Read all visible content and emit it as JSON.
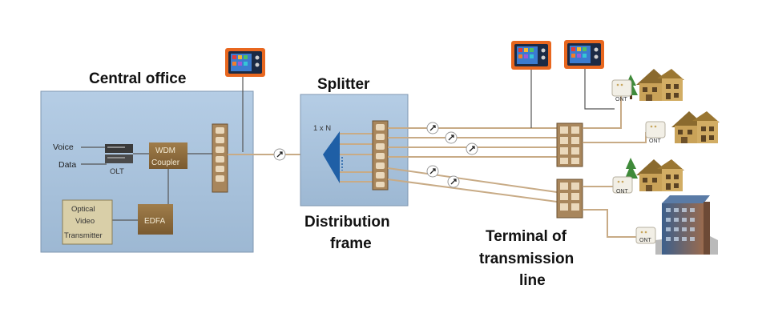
{
  "central_office": {
    "title": "Central office",
    "voice": "Voice",
    "data": "Data",
    "olt": "OLT",
    "wdm_line1": "WDM",
    "wdm_line2": "Coupler",
    "tx_line1": "Optical",
    "tx_line2": "Video",
    "tx_line3": "Transmitter",
    "edfa": "EDFA"
  },
  "splitter": {
    "title": "Splitter",
    "ratio": "1 x N",
    "caption_line1": "Distribution",
    "caption_line2": "frame"
  },
  "terminal": {
    "line1": "Terminal of",
    "line2": "transmission",
    "line3": "line"
  },
  "ont_label": "ONT",
  "colors": {
    "office_fill": "#a9c3dd",
    "splitter_fill": "#a9c3dd",
    "equipment_brown": "#8b6a3c",
    "fiber": "#c8ab86",
    "splitter_triangle": "#1f5fa6"
  },
  "icons": [
    "otdr-tester-icon",
    "house-icon",
    "office-building-icon",
    "ont-box-icon",
    "fiber-reel-icon"
  ]
}
